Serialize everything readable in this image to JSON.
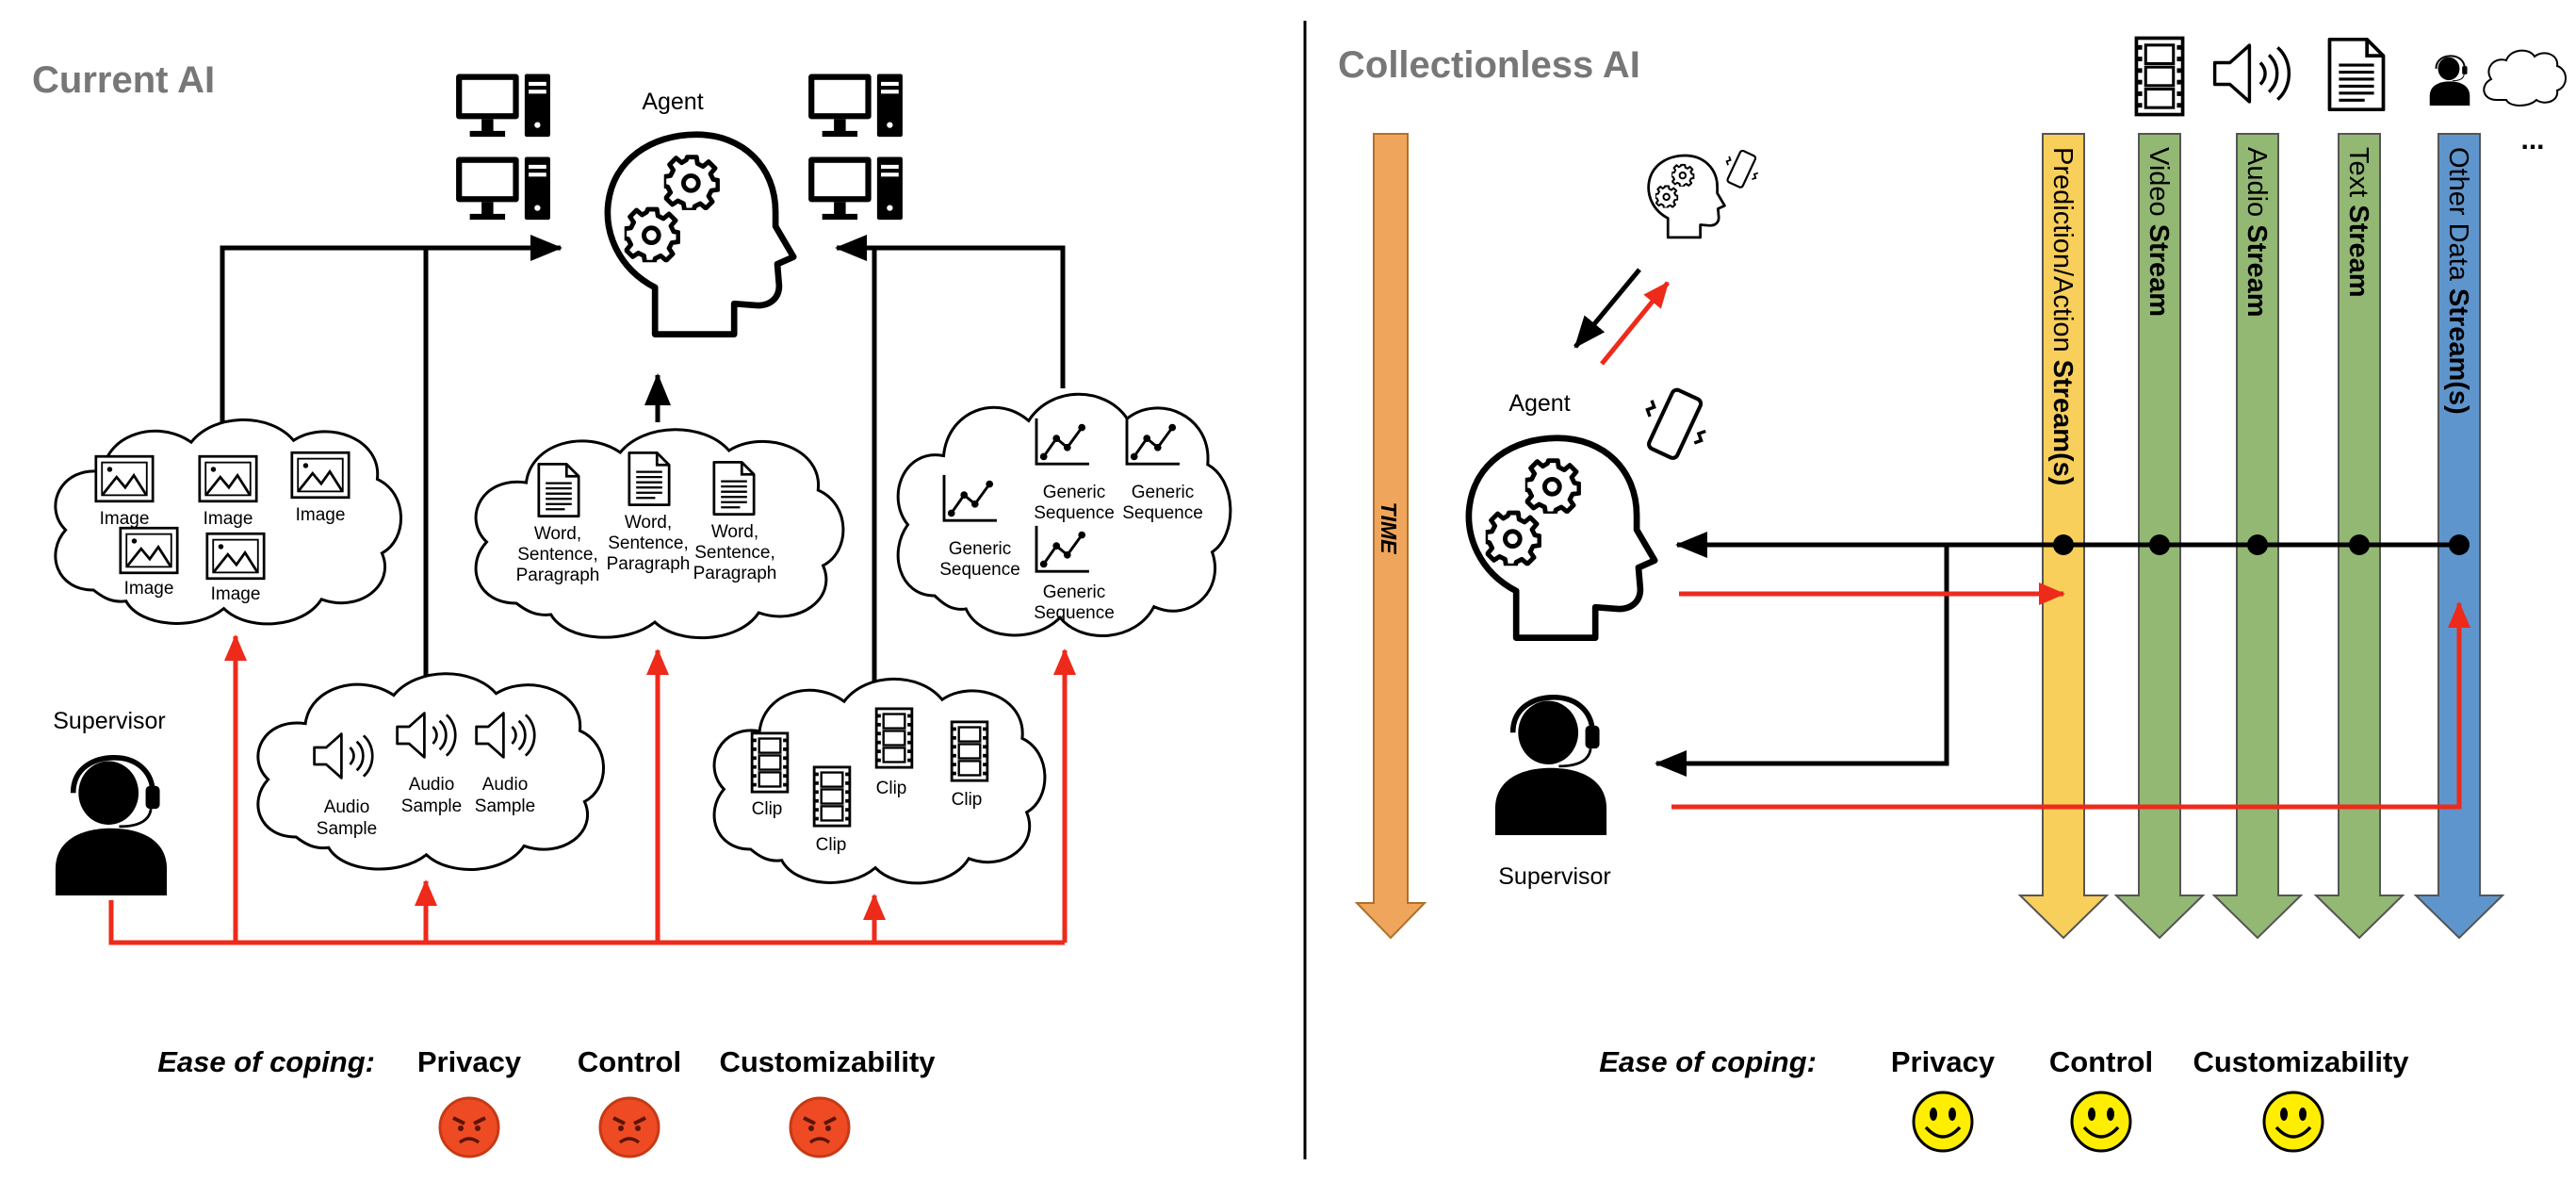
{
  "left": {
    "title": "Current AI",
    "agent_label": "Agent",
    "supervisor_label": "Supervisor",
    "image_label": "Image",
    "audio_label_line1": "Audio",
    "audio_label_line2": "Sample",
    "word_line1": "Word,",
    "word_line2": "Sentence,",
    "word_line3": "Paragraph",
    "clip_label": "Clip",
    "seq_line1": "Generic",
    "seq_line2": "Sequence",
    "ease_label": "Ease of coping:",
    "criteria": [
      "Privacy",
      "Control",
      "Customizability"
    ],
    "face": "angry"
  },
  "right": {
    "title": "Collectionless AI",
    "agent_label": "Agent",
    "supervisor_label": "Supervisor",
    "time_label": "TIME",
    "ellipsis": "...",
    "streams": [
      {
        "pre": "Prediction/Action ",
        "bold": "Stream(s)",
        "color": "#f9cf5b"
      },
      {
        "pre": "Video ",
        "bold": "Stream",
        "color": "#93b874"
      },
      {
        "pre": "Audio ",
        "bold": "Stream",
        "color": "#93b874"
      },
      {
        "pre": "Text ",
        "bold": "Stream",
        "color": "#93b874"
      },
      {
        "pre": "Other Data ",
        "bold": "Stream(s)",
        "color": "#5f95cd"
      }
    ],
    "time_color": "#f0a55c",
    "ease_label": "Ease of coping:",
    "criteria": [
      "Privacy",
      "Control",
      "Customizability"
    ],
    "face": "happy"
  },
  "colors": {
    "red_arrow": "#ee2a1b",
    "angry_face": "#ee4b24",
    "happy_face": "#ffee00"
  }
}
